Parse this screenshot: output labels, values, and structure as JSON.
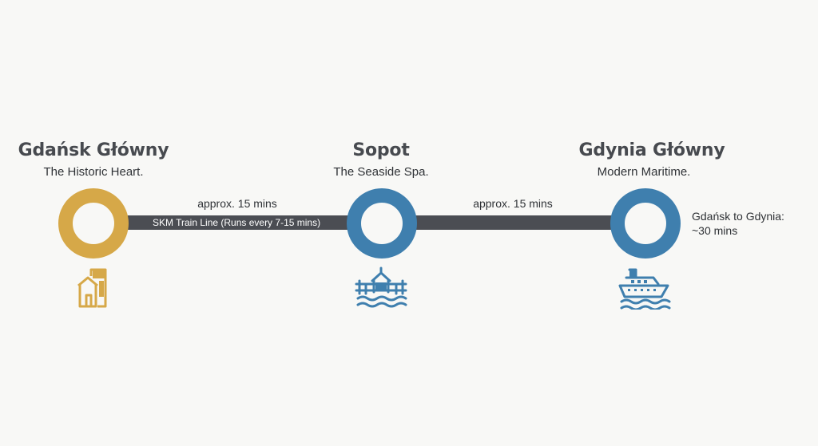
{
  "stations": [
    {
      "name": "Gdańsk Główny",
      "tagline": "The Historic Heart.",
      "color": "#d6a848",
      "icon": "crane-gate-icon"
    },
    {
      "name": "Sopot",
      "tagline": "The Seaside Spa.",
      "color": "#3f7fae",
      "icon": "pier-icon"
    },
    {
      "name": "Gdynia Główny",
      "tagline": "Modern Maritime.",
      "color": "#3f7fae",
      "icon": "ship-icon"
    }
  ],
  "line": {
    "label": "SKM Train Line (Runs every 7-15 mins)",
    "color": "#4b4d53"
  },
  "segments": [
    {
      "time": "approx. 15 mins"
    },
    {
      "time": "approx. 15 mins"
    }
  ],
  "total": {
    "line1": "Gdańsk to Gdynia:",
    "line2": "~30 mins"
  }
}
